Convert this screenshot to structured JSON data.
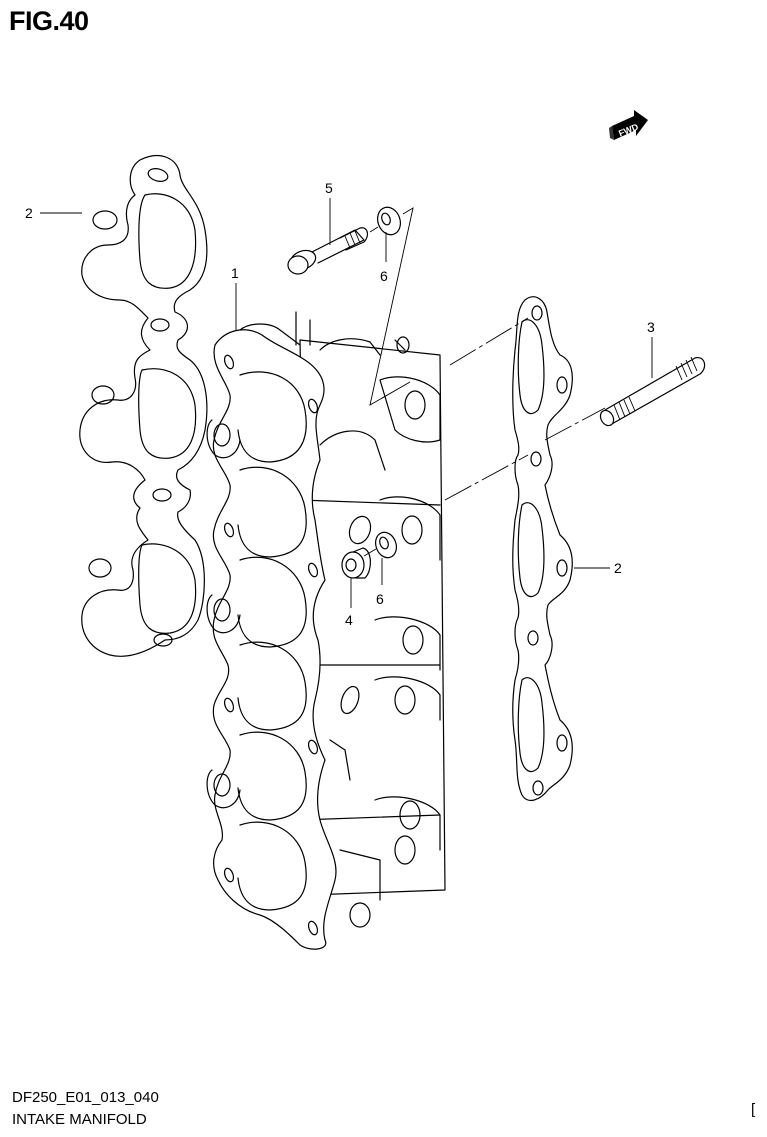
{
  "figure": {
    "title": "FIG.40",
    "code": "DF250_E01_013_040",
    "name": "INTAKE MANIFOLD",
    "corner_mark": "["
  },
  "fwd_indicator": {
    "label": "FWD",
    "icon": "forward-arrow-icon"
  },
  "callouts": [
    {
      "ref": "1",
      "part": "intake-manifold",
      "label": "1"
    },
    {
      "ref": "2",
      "part": "gasket-left",
      "label": "2"
    },
    {
      "ref": "2",
      "part": "gasket-right",
      "label": "2"
    },
    {
      "ref": "3",
      "part": "stud-bolt",
      "label": "3"
    },
    {
      "ref": "4",
      "part": "bolt",
      "label": "4"
    },
    {
      "ref": "5",
      "part": "nut",
      "label": "5"
    },
    {
      "ref": "6",
      "part": "washer-upper",
      "label": "6"
    },
    {
      "ref": "6",
      "part": "washer-lower",
      "label": "6"
    }
  ]
}
